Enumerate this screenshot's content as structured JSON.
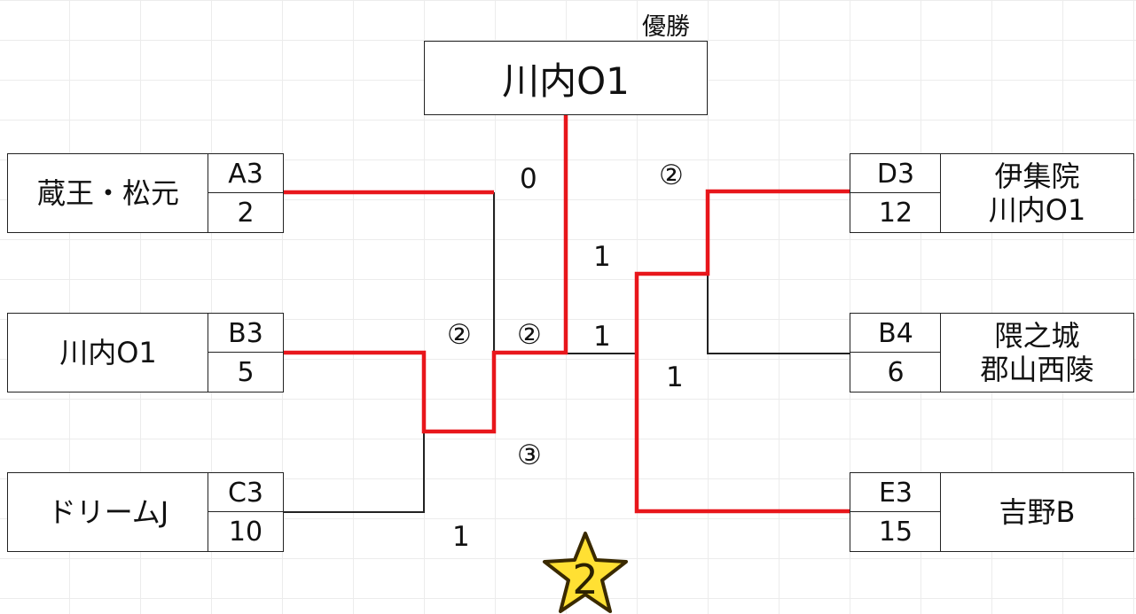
{
  "header": {
    "title": "優勝"
  },
  "champion": "川内O1",
  "teams": {
    "a": {
      "name": "蔵王・松元",
      "code": "A3",
      "seed": "2"
    },
    "b": {
      "name": "川内O1",
      "code": "B3",
      "seed": "5"
    },
    "c": {
      "name": "ドリームJ",
      "code": "C3",
      "seed": "10"
    },
    "d": {
      "line1": "伊集院",
      "line2": "川内O1",
      "code": "D3",
      "seed": "12"
    },
    "b4": {
      "line1": "隈之城",
      "line2": "郡山西陵",
      "code": "B4",
      "seed": "6"
    },
    "e": {
      "name": "吉野B",
      "code": "E3",
      "seed": "15"
    }
  },
  "scores": {
    "a_vs_bc": "0",
    "d_match": "②",
    "final_right": "1",
    "b_vs_c_b": "②",
    "final_left": "②",
    "final_right2": "1",
    "e_score": "1",
    "bc_circle": "③",
    "c_score": "1"
  },
  "badge": {
    "number": "2"
  },
  "colors": {
    "winner_line": "#e8161b",
    "loser_line": "#222222",
    "star_fill": "#ffe033"
  }
}
